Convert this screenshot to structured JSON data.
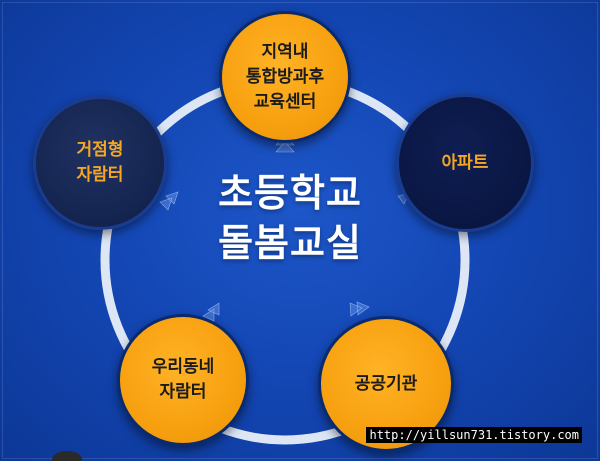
{
  "diagram": {
    "center_title_line1": "초등학교",
    "center_title_line2": "돌봄교실",
    "nodes": [
      {
        "id": "community-center",
        "label": "지역내\n통합방과후\n교육센터",
        "style": "orange"
      },
      {
        "id": "apartment",
        "label": "아파트",
        "style": "deep"
      },
      {
        "id": "public-institution",
        "label": "공공기관",
        "style": "orange"
      },
      {
        "id": "neighborhood-place",
        "label": "우리동네\n자람터",
        "style": "orange"
      },
      {
        "id": "hub-place",
        "label": "거점형\n자람터",
        "style": "navy"
      }
    ]
  },
  "watermark": "http://yillsun731.tistory.com",
  "colors": {
    "background": "#1447b5",
    "orange": "#f7a00f",
    "navy": "#152551",
    "ring": "#dce6f5",
    "arrow": "#3d6fd1"
  }
}
